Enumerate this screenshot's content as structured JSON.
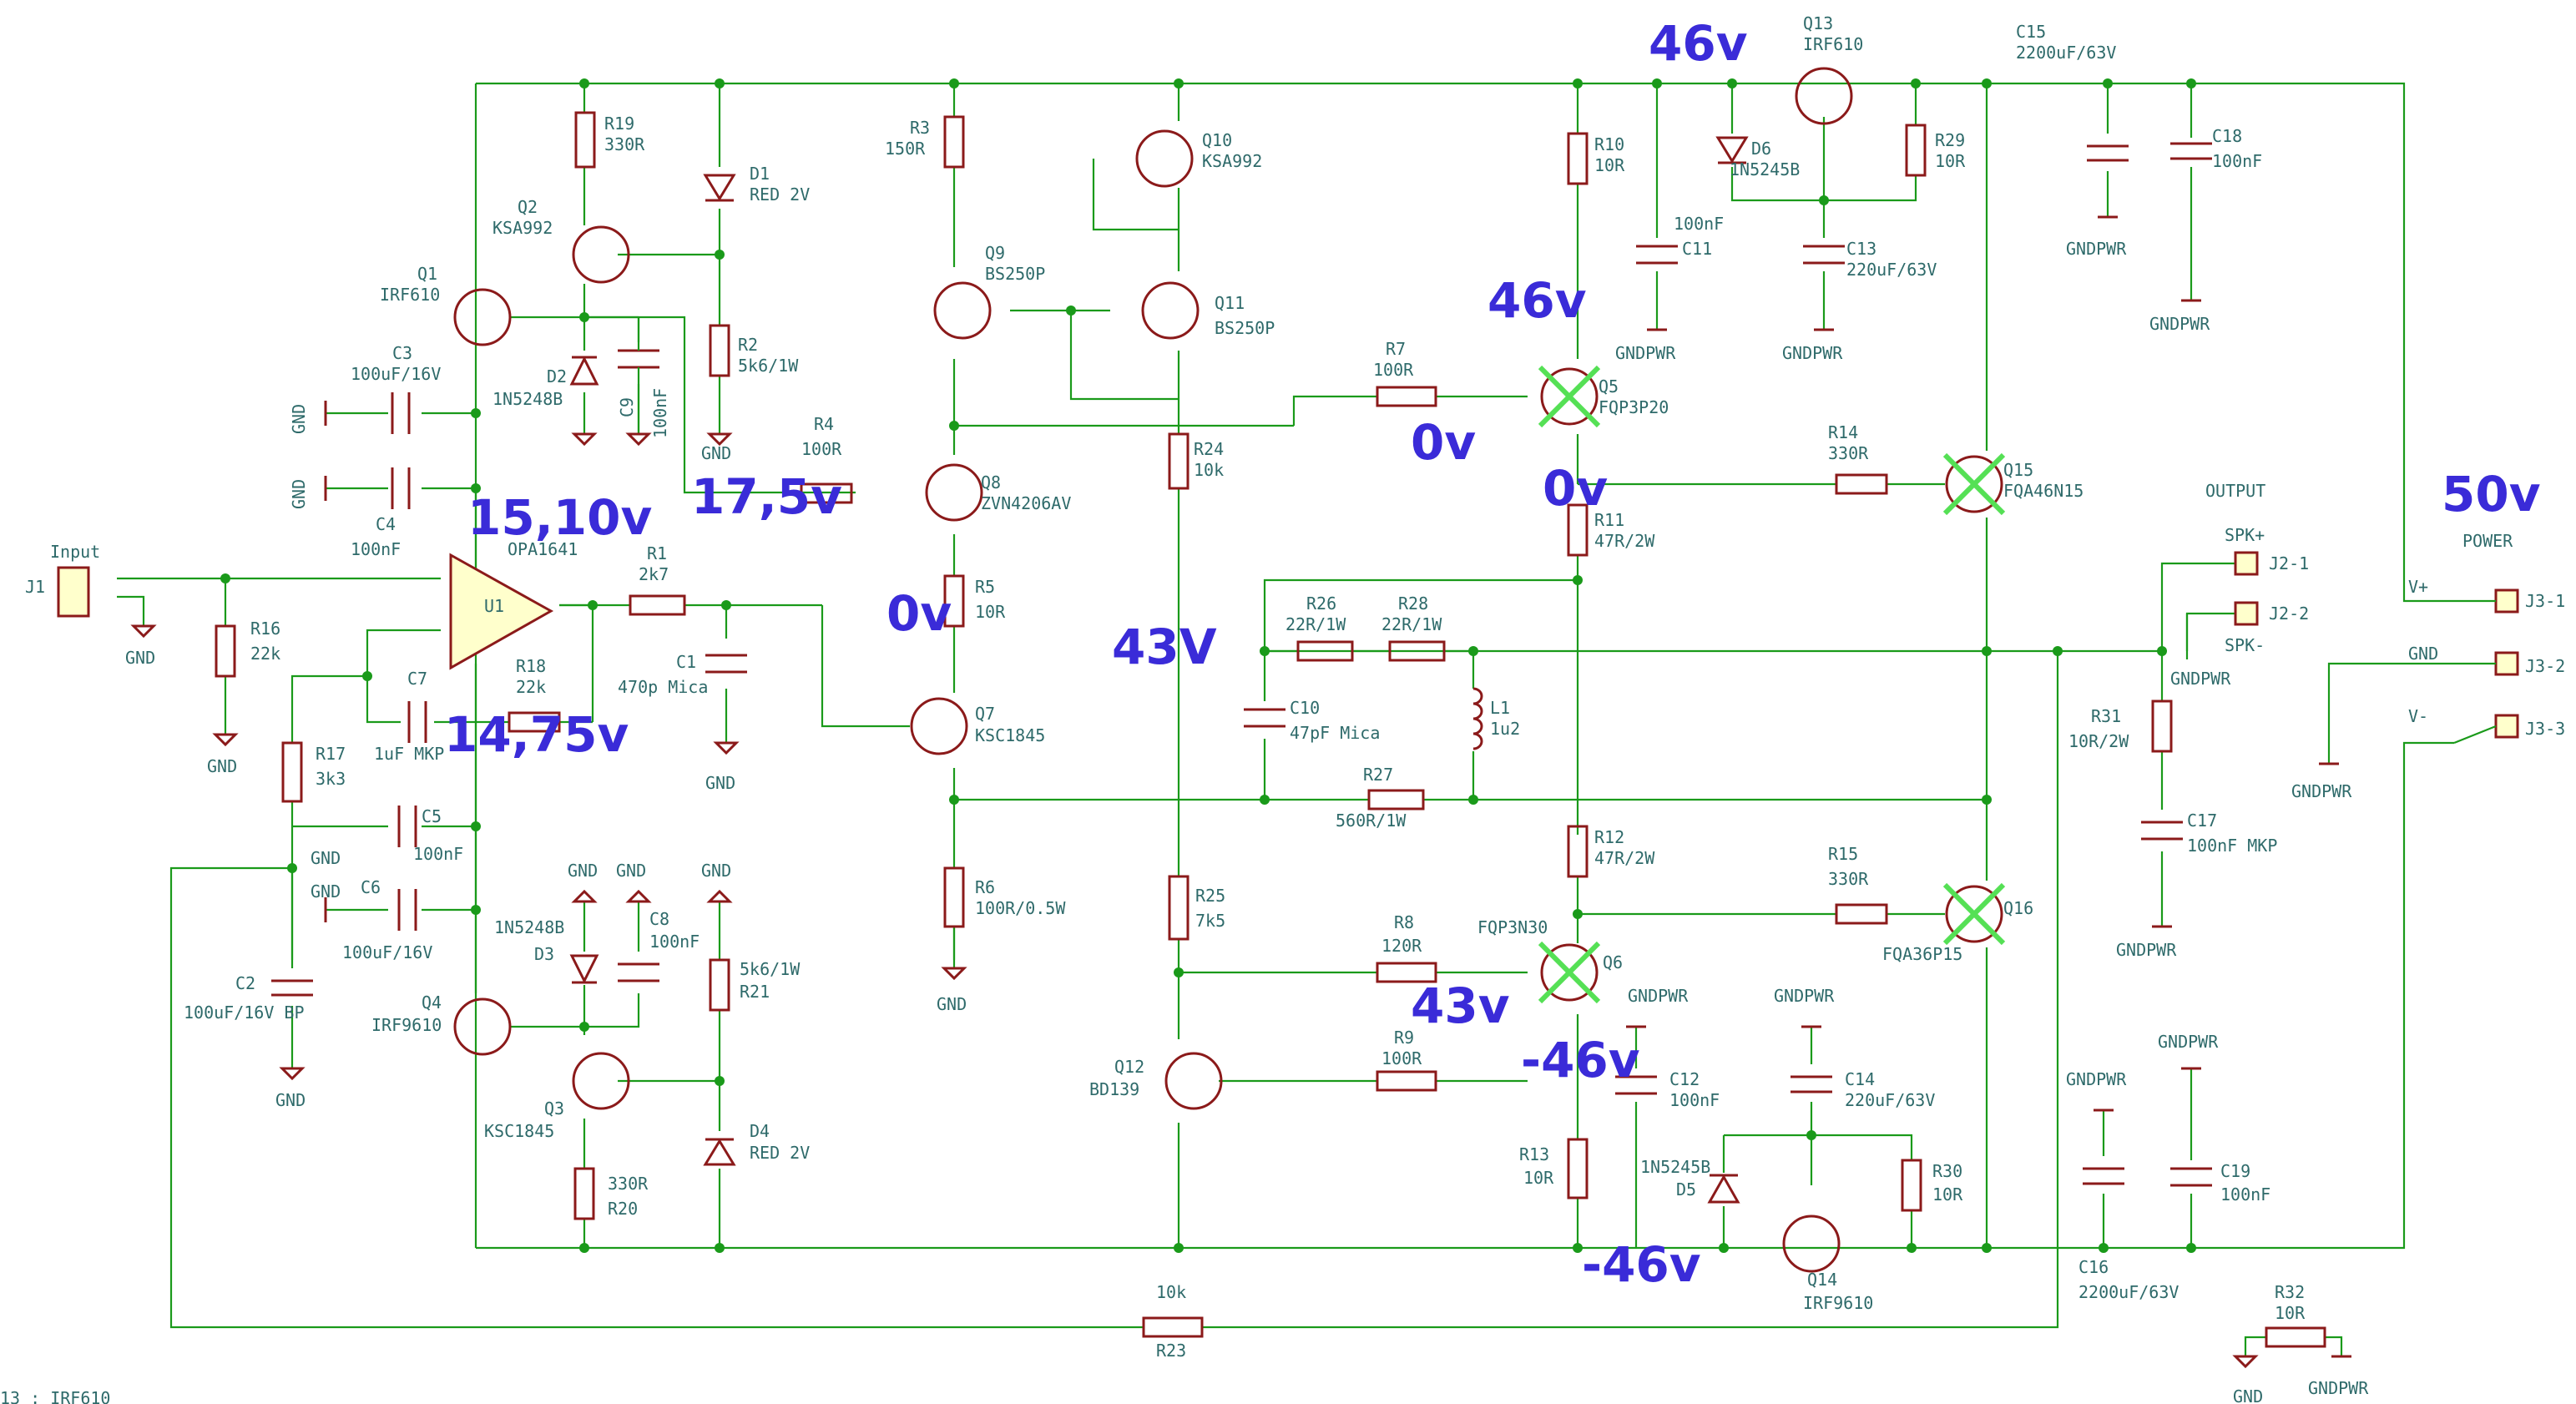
{
  "labels": {
    "R19": "R19",
    "R19v": "330R",
    "Q2": "Q2",
    "Q2v": "KSA992",
    "D1": "D1",
    "D1v": "RED 2V",
    "R3": "R3",
    "R3v": "150R",
    "Q10": "Q10",
    "Q10v": "KSA992",
    "Q13": "Q13",
    "Q13v": "IRF610",
    "C15": "C15",
    "C15v": "2200uF/63V",
    "R10": "R10",
    "R10v": "10R",
    "D6": "D6",
    "D6v": "1N5245B",
    "R29": "R29",
    "R29v": "10R",
    "C18": "C18",
    "C18v": "100nF",
    "Q1": "Q1",
    "Q1v": "IRF610",
    "C3": "C3",
    "C3v": "100uF/16V",
    "D2": "D2",
    "D2v": "1N5248B",
    "C9": "C9",
    "C9v": "100nF",
    "R2": "R2",
    "R2v": "5k6/1W",
    "Q9": "Q9",
    "Q9v": "BS250P",
    "Q11": "Q11",
    "Q11v": "BS250P",
    "C11": "C11",
    "C11v": "100nF",
    "C13": "C13",
    "C13v": "220uF/63V",
    "R7": "R7",
    "R7v": "100R",
    "Q5": "Q5",
    "Q5v": "FQP3P20",
    "R24": "R24",
    "R24v": "10k",
    "R4": "R4",
    "R4v": "100R",
    "Q8": "Q8",
    "Q8v": "ZVN4206AV",
    "C4": "C4",
    "C4v": "100nF",
    "R14": "R14",
    "R14v": "330R",
    "Q15": "Q15",
    "Q15v": "FQA46N15",
    "R11": "R11",
    "R11v": "47R/2W",
    "output": "OUTPUT",
    "power": "POWER",
    "U1": "U1",
    "U1v": "OPA1641",
    "R1": "R1",
    "R1v": "2k7",
    "J1": "J1",
    "input": "Input",
    "R5": "R5",
    "R5v": "10R",
    "SPKp": "SPK+",
    "SPKm": "SPK-",
    "J21": "J2-1",
    "J22": "J2-2",
    "Vp": "V+",
    "J31": "J3-1",
    "R16": "R16",
    "R16v": "22k",
    "C1": "C1",
    "C1v": "470p Mica",
    "R26": "R26",
    "R26v": "22R/1W",
    "R28": "R28",
    "R28v": "22R/1W",
    "C7": "C7",
    "C7v": "1uF MKP",
    "R18": "R18",
    "R18v": "22k",
    "Q7": "Q7",
    "Q7v": "KSC1845",
    "C10": "C10",
    "C10v": "47pF Mica",
    "L1": "L1",
    "L1v": "1u2",
    "R31": "R31",
    "R31v": "10R/2W",
    "J32": "J3-2",
    "J33": "J3-3",
    "Vm": "V-",
    "R17": "R17",
    "R17v": "3k3",
    "C5": "C5",
    "C5v": "100nF",
    "R27": "R27",
    "R27v": "560R/1W",
    "C17": "C17",
    "C17v": "100nF MKP",
    "R12": "R12",
    "R12v": "47R/2W",
    "R15": "R15",
    "R15v": "330R",
    "Q16": "Q16",
    "Q16v": "FQA36P15",
    "C6": "C6",
    "C6v": "100uF/16V",
    "C8": "C8",
    "C8v": "100nF",
    "D3": "D3",
    "D3v": "1N5248B",
    "R21": "R21",
    "R21v": "5k6/1W",
    "R6": "R6",
    "R6v": "100R/0.5W",
    "R25": "R25",
    "R25v": "7k5",
    "R8": "R8",
    "R8v": "120R",
    "Q6": "Q6",
    "Q6v": "FQP3N30",
    "C2": "C2",
    "C2v": "100uF/16V BP",
    "Q4": "Q4",
    "Q4v": "IRF9610",
    "Q3": "Q3",
    "Q3v": "KSC1845",
    "R20": "R20",
    "R20v": "330R",
    "D4": "D4",
    "D4v": "RED 2V",
    "Q12": "Q12",
    "Q12v": "BD139",
    "R9": "R9",
    "R9v": "100R",
    "C12": "C12",
    "C12v": "100nF",
    "C14": "C14",
    "C14v": "220uF/63V",
    "C19": "C19",
    "C19v": "100nF",
    "R13": "R13",
    "R13v": "10R",
    "D5": "D5",
    "D5v": "1N5245B",
    "R30": "R30",
    "R30v": "10R",
    "Q14": "Q14",
    "Q14v": "IRF9610",
    "C16": "C16",
    "C16v": "2200uF/63V",
    "R23": "R23",
    "R23v": "10k",
    "R32": "R32",
    "R32v": "10R",
    "gnd": "GND",
    "gndpwr": "GNDPWR",
    "footer": "13 : IRF610"
  },
  "voltages": {
    "v46_top": "46v",
    "v46_q5": "46v",
    "v1510": "15,10v",
    "v175": "17,5v",
    "v0_q5": "0v",
    "v0_r11": "0v",
    "v50": "50v",
    "v0_r5": "0v",
    "v43_mid": "43V",
    "v1475": "14,75v",
    "v43_q6": "43v",
    "vm46_c12": "-46v",
    "vm46_bot": "-46v"
  },
  "colors": {
    "wire": "#1a9a1a",
    "component": "#8b1a1a",
    "label": "#2e6a6a",
    "annotation": "#3a2bd8",
    "cross": "#55e055"
  }
}
